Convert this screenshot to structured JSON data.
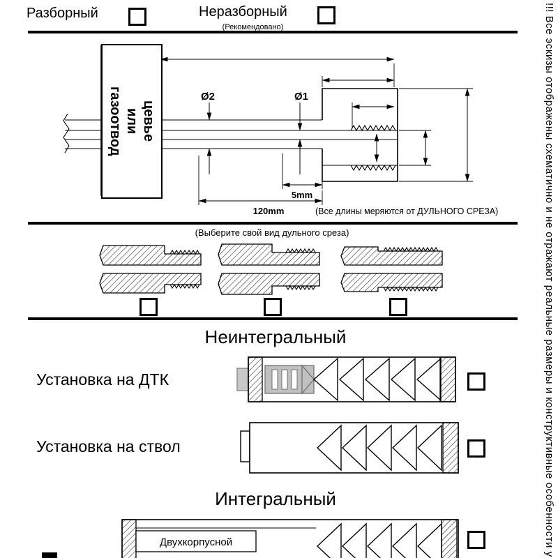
{
  "side_note": "!!! Все эскизы отображены схематично и не отражают реальные размеры и конструктивные особенности у",
  "header": {
    "option_razborny": "Разборный",
    "option_nerazborny": "Неразборный",
    "recommended_note": "(Рекомендовано)"
  },
  "dimension_drawing": {
    "part_label": [
      "газоотвод",
      "или",
      "цевье"
    ],
    "dia2": "Ø2",
    "dia1": "Ø1",
    "len_5mm": "5mm",
    "len_120mm": "120mm",
    "measure_note": "(Все длины меряются от ДУЛЬНОГО СРЕЗА)"
  },
  "muzzle_section": {
    "prompt": "(Выберите свой вид дульного среза)"
  },
  "mounting": {
    "heading_non_integral": "Неинтегральный",
    "label_dtk": "Установка на ДТК",
    "label_barrel": "Установка на ствол",
    "heading_integral": "Интегральный",
    "label_integral_type": "Двухкорпусной"
  }
}
